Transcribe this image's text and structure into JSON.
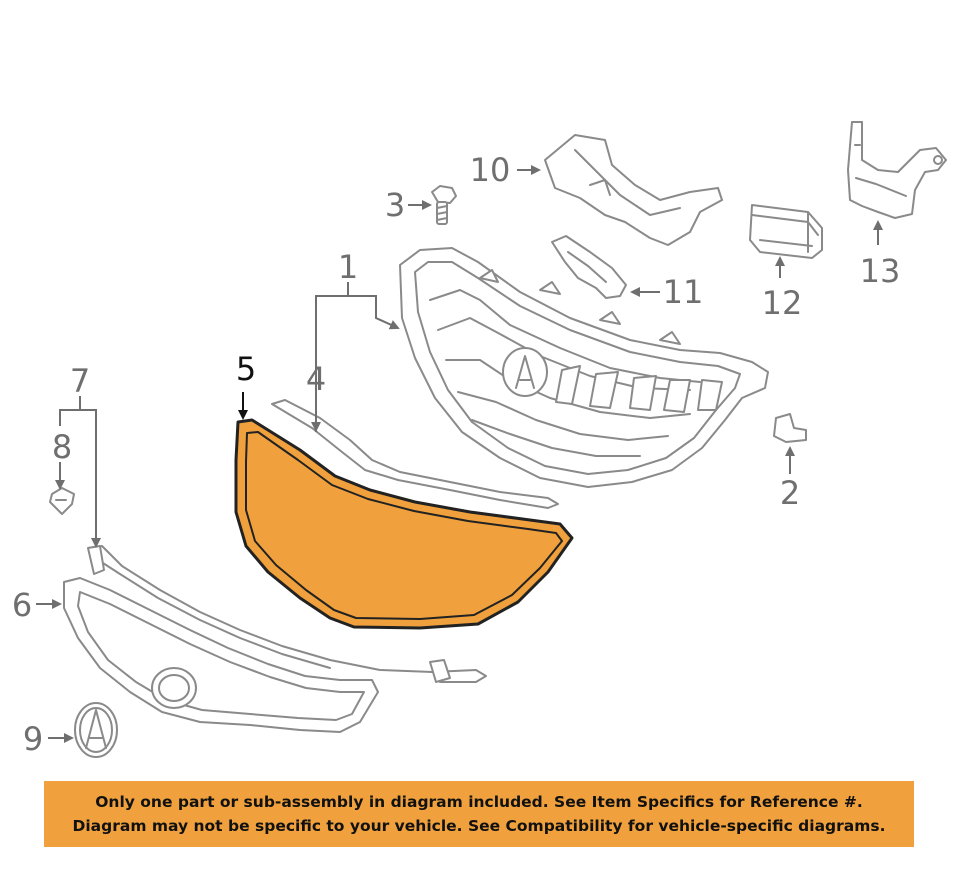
{
  "diagram": {
    "callouts": [
      "1",
      "2",
      "3",
      "4",
      "5",
      "6",
      "7",
      "8",
      "9",
      "10",
      "11",
      "12",
      "13"
    ],
    "highlighted_callout": "5",
    "highlight_color": "#f0a13d",
    "line_color": "#8a8a8a"
  },
  "banner": {
    "line1": "Only one part or sub-assembly in diagram included. See Item Specifics for Reference #.",
    "line2": "Diagram may not be specific to your vehicle. See Compatibility for vehicle-specific diagrams.",
    "background": "#f0a13d"
  }
}
